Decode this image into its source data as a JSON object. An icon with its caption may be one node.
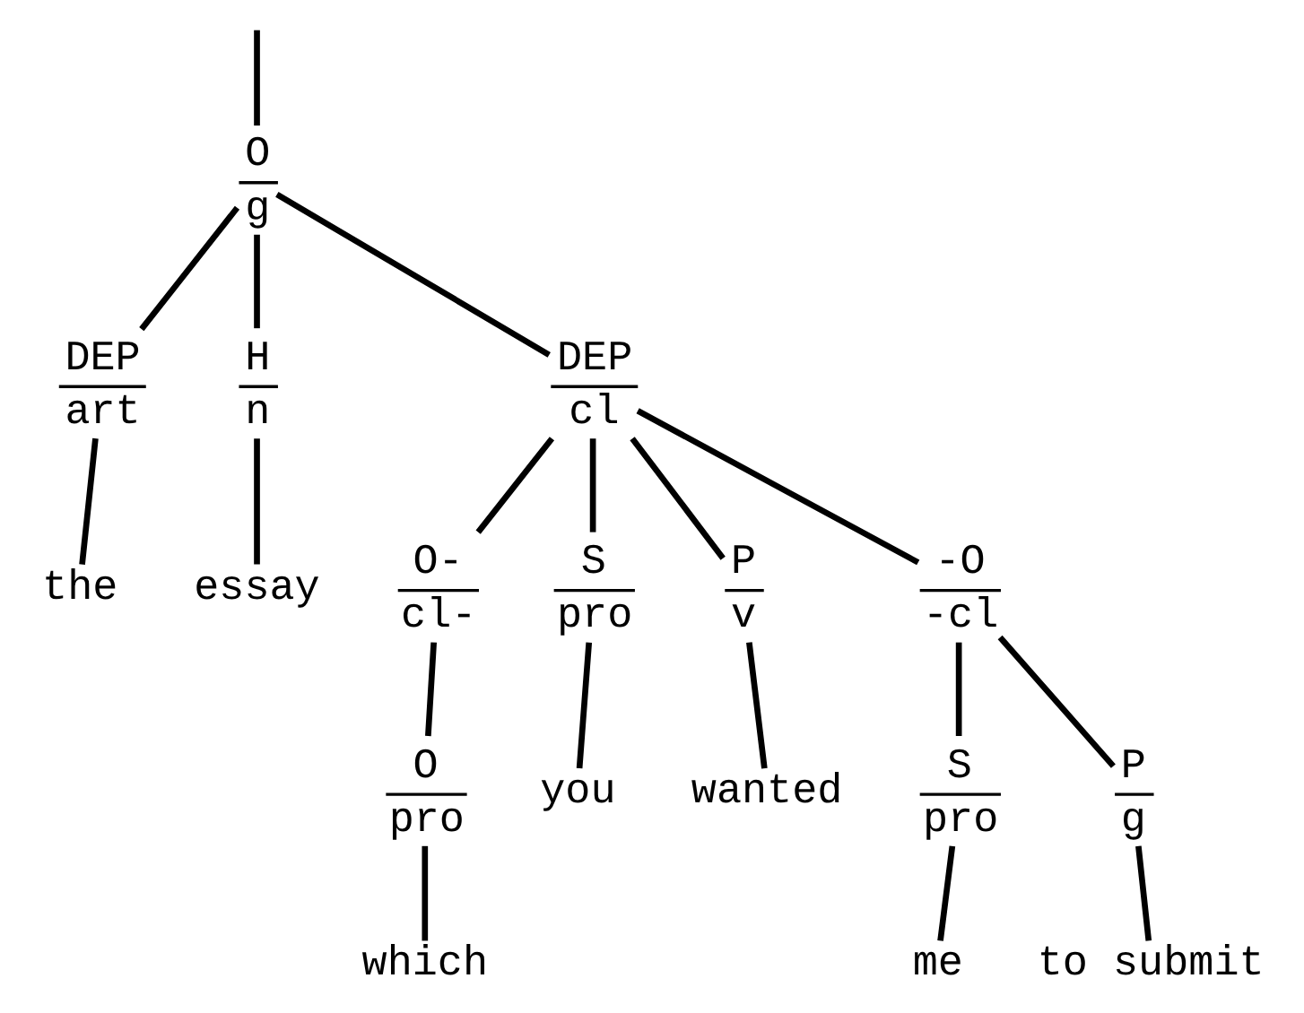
{
  "diagram": {
    "nodes": [
      {
        "text": [
          "O",
          "g"
        ]
      },
      {
        "text": [
          "DEP",
          "art"
        ]
      },
      {
        "text": [
          "H",
          "n"
        ]
      },
      {
        "text": [
          "DEP",
          "cl"
        ]
      },
      {
        "text": [
          "the"
        ]
      },
      {
        "text": [
          "essay"
        ]
      },
      {
        "text": [
          "O-",
          "cl-"
        ]
      },
      {
        "text": [
          "S",
          "pro"
        ]
      },
      {
        "text": [
          "P",
          "v"
        ]
      },
      {
        "text": [
          "-O",
          "-cl"
        ]
      },
      {
        "text": [
          "O",
          "pro"
        ]
      },
      {
        "text": [
          "you"
        ]
      },
      {
        "text": [
          "wanted"
        ]
      },
      {
        "text": [
          "S",
          "pro"
        ]
      },
      {
        "text": [
          "P",
          "g"
        ]
      },
      {
        "text": [
          "which"
        ]
      },
      {
        "text": [
          "me"
        ]
      },
      {
        "text": [
          "to submit"
        ]
      }
    ],
    "edges": [
      {
        "from": null,
        "to": 0,
        "arrow": "none"
      },
      {
        "from": 0,
        "to": 1,
        "arrow": "none"
      },
      {
        "from": 0,
        "to": 2,
        "arrow": "none"
      },
      {
        "from": 0,
        "to": 3,
        "arrow": "none"
      },
      {
        "from": 1,
        "to": 4,
        "arrow": "none"
      },
      {
        "from": 2,
        "to": 5,
        "arrow": "none"
      },
      {
        "from": 3,
        "to": 6,
        "arrow": "none"
      },
      {
        "from": 3,
        "to": 7,
        "arrow": "none"
      },
      {
        "from": 3,
        "to": 8,
        "arrow": "none"
      },
      {
        "from": 3,
        "to": 9,
        "arrow": "none"
      },
      {
        "from": 6,
        "to": 10,
        "arrow": "none"
      },
      {
        "from": 7,
        "to": 11,
        "arrow": "none"
      },
      {
        "from": 8,
        "to": 12,
        "arrow": "none"
      },
      {
        "from": 9,
        "to": 13,
        "arrow": "none"
      },
      {
        "from": 9,
        "to": 14,
        "arrow": "none"
      },
      {
        "from": 10,
        "to": 15,
        "arrow": "none"
      },
      {
        "from": 13,
        "to": 16,
        "arrow": "none"
      },
      {
        "from": 14,
        "to": 17,
        "arrow": "none"
      }
    ]
  }
}
